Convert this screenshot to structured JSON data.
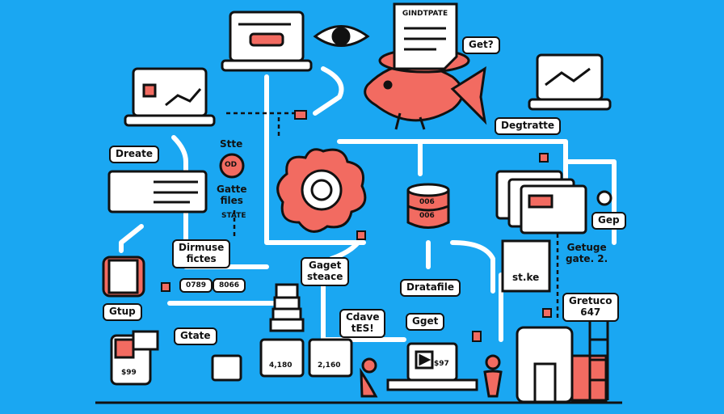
{
  "labels": {
    "top_doc": "GINDTPATE",
    "bubble_top": "Get?",
    "degtratte": "Degtratte",
    "dreate": "Dreate",
    "stte": "Stte",
    "disc_od": "OD",
    "gatte_files": "Gatte\nfiles",
    "state": "STATE",
    "dirmuse": "Dirmuse\nfictes",
    "gaget_steace": "Gaget\nsteace",
    "dratafile": "Dratafile",
    "stke": "st.ke",
    "gep": "Gep",
    "getuge": "Getuge\ngate. 2.",
    "gretuco": "Gretuco\n647",
    "gtup": "Gtup",
    "gtate": "Gtate",
    "cdave": "Cdave\ntES!",
    "gget": "Gget",
    "db_a": "006",
    "db_b": "006",
    "num_0789": "0789",
    "num_8066": "8066",
    "num_4180": "4,180",
    "num_2160": "2,160",
    "price": "$99",
    "price2": "$97"
  },
  "colors": {
    "background": "#1aa7f2",
    "coral": "#f26b61",
    "outline": "#111111",
    "panel": "#ffffff"
  }
}
